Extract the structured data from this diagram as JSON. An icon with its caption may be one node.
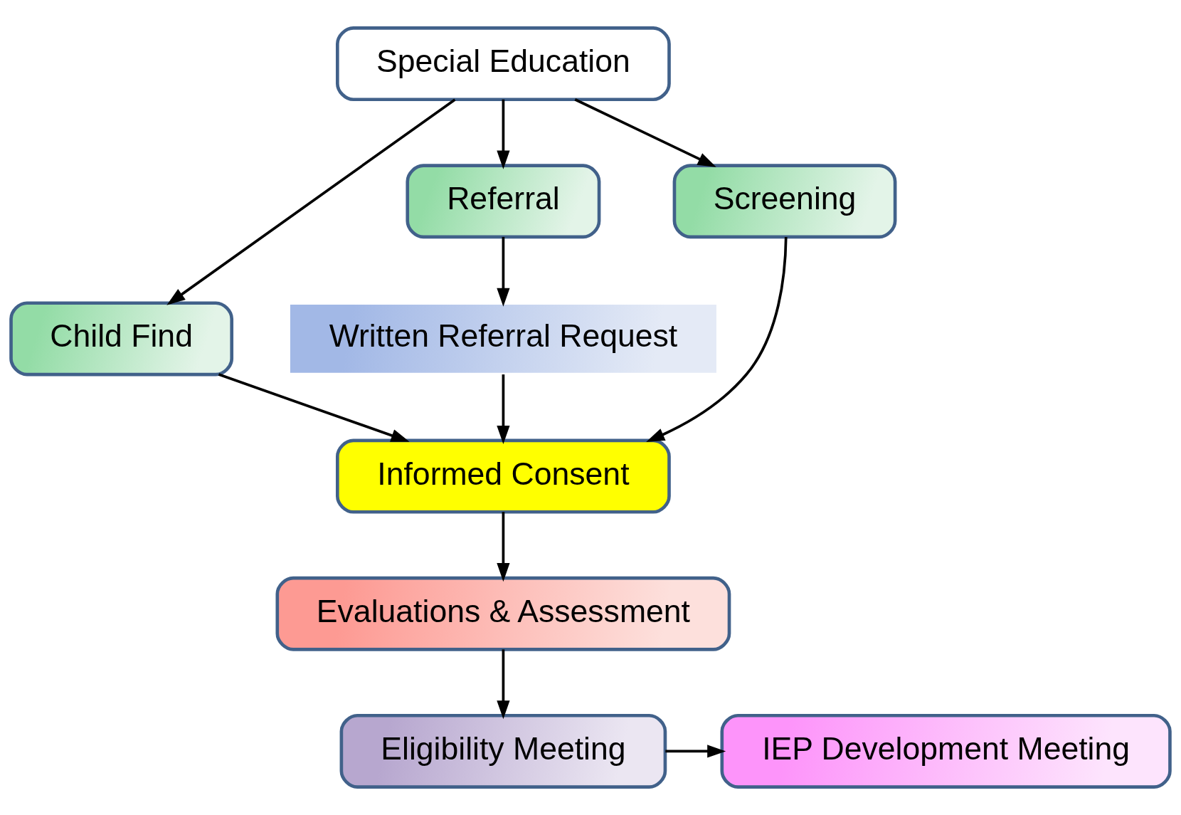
{
  "diagram": {
    "nodes": [
      {
        "text": [
          "Special Education"
        ]
      },
      {
        "text": [
          "Child Find"
        ]
      },
      {
        "text": [
          "Referral"
        ]
      },
      {
        "text": [
          "Screening"
        ]
      },
      {
        "text": [
          "Written Referral Request"
        ]
      },
      {
        "text": [
          "Informed Consent"
        ]
      },
      {
        "text": [
          "Evaluations & Assessment"
        ]
      },
      {
        "text": [
          "Eligibility Meeting"
        ]
      },
      {
        "text": [
          "IEP Development Meeting"
        ]
      }
    ],
    "edges": [
      {
        "from": 0,
        "to": 1,
        "arrow": "to"
      },
      {
        "from": 0,
        "to": 2,
        "arrow": "to"
      },
      {
        "from": 0,
        "to": 3,
        "arrow": "to"
      },
      {
        "from": 1,
        "to": 5,
        "arrow": "to"
      },
      {
        "from": 2,
        "to": 4,
        "arrow": "to"
      },
      {
        "from": 4,
        "to": 5,
        "arrow": "to"
      },
      {
        "from": 3,
        "to": 5,
        "arrow": "to"
      },
      {
        "from": 5,
        "to": 6,
        "arrow": "to"
      },
      {
        "from": 6,
        "to": 7,
        "arrow": "to"
      },
      {
        "from": 7,
        "to": 8,
        "arrow": "to"
      }
    ]
  }
}
